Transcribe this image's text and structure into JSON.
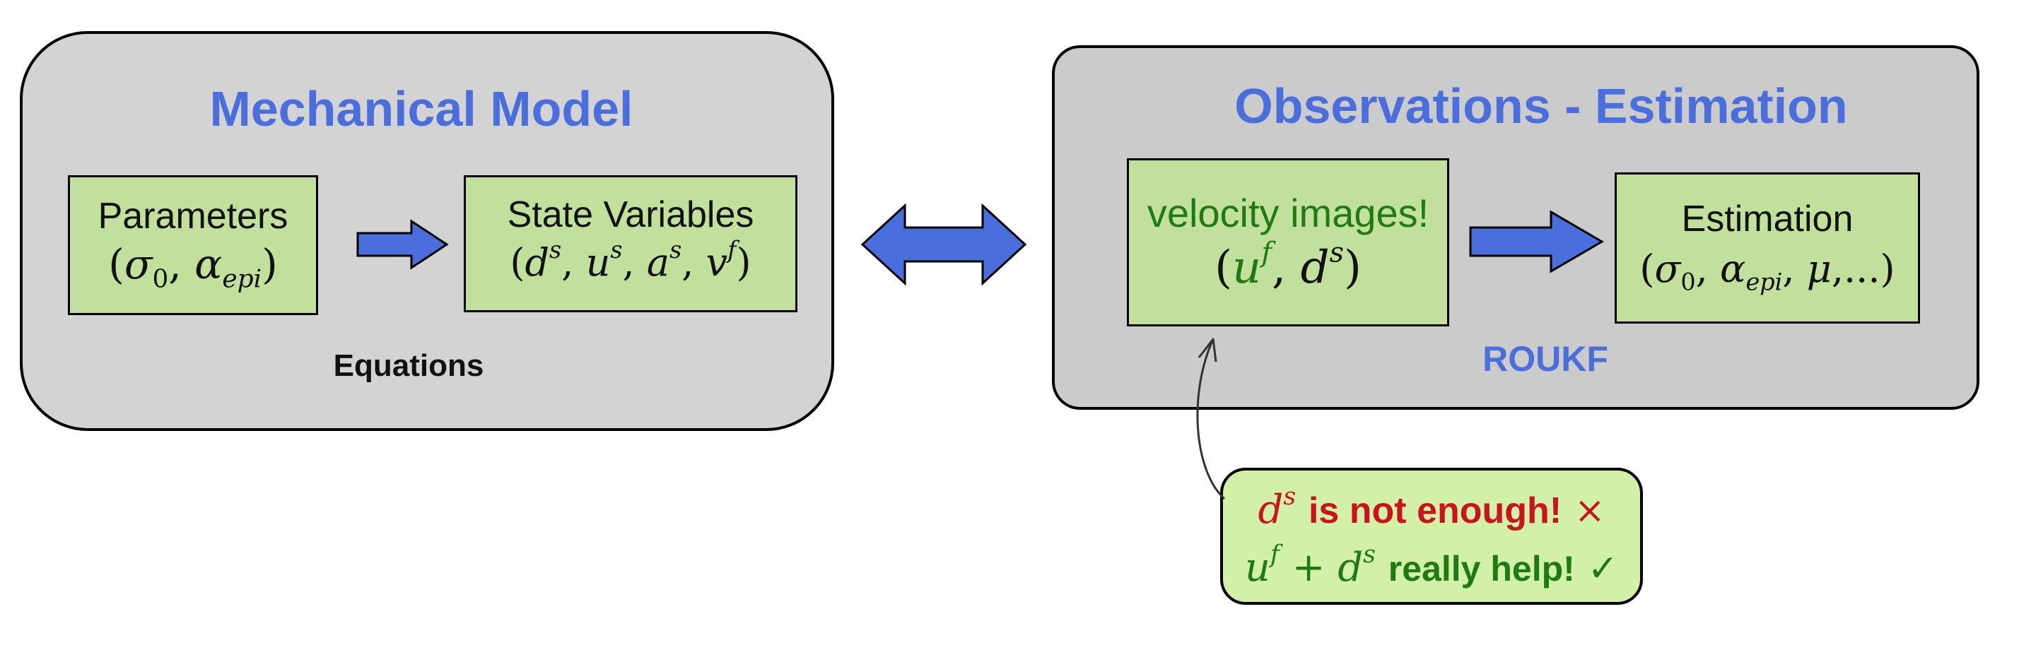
{
  "left_panel": {
    "title": "Mechanical Model",
    "parameters_label": "Parameters",
    "parameters_math": {
      "sigma": "σ",
      "sigma_sub": "0",
      "alpha": "α",
      "alpha_sub": "epi"
    },
    "state_label": "State Variables",
    "state_math": {
      "d": "d",
      "d_sup": "s",
      "u": "u",
      "u_sup": "s",
      "a": "a",
      "a_sup": "s",
      "v": "v",
      "v_sup": "f"
    },
    "equations_label": "Equations"
  },
  "right_panel": {
    "title": "Observations - Estimation",
    "obs_label": "velocity images!",
    "obs_math": {
      "u": "u",
      "u_sup": "f",
      "d": "d",
      "d_sup": "s"
    },
    "est_label": "Estimation",
    "est_math": {
      "sigma": "σ",
      "sigma_sub": "0",
      "alpha": "α",
      "alpha_sub": "epi",
      "mu": "μ",
      "ellipsis": ",..."
    },
    "roukf_label": "ROUKF"
  },
  "callout": {
    "line1": {
      "d": "d",
      "d_sup": "s",
      "text": "is not enough!",
      "mark": "×"
    },
    "line2": {
      "u": "u",
      "u_sup": "f",
      "plus": "+",
      "d": "d",
      "d_sup": "s",
      "text": "really help!",
      "mark": "✓"
    }
  },
  "colors": {
    "title_blue": "#4a6fdd",
    "box_green": "#c0e09c",
    "callout_green": "#d2f0a8",
    "text_green": "#1f7a12",
    "text_red": "#c8141c",
    "panel_grey": "#d3d3d3"
  }
}
